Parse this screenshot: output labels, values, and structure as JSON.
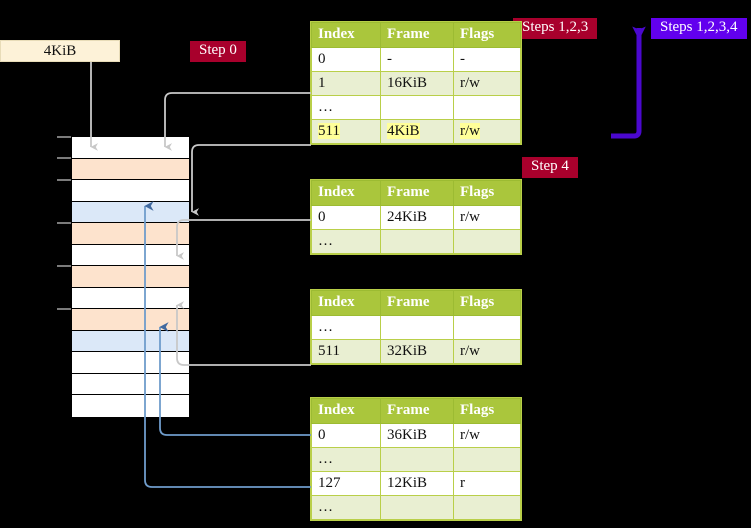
{
  "source_box": {
    "label": "4KiB"
  },
  "labels": {
    "step0": "Step 0",
    "step4": "Step 4",
    "steps123": "Steps 1,2,3",
    "steps1234": "Steps 1,2,3,4"
  },
  "colors": {
    "badge_red": "#a8002c",
    "badge_blue": "#6200ee",
    "table_header": "#aac63c",
    "table_alt_row": "#e9efd2",
    "highlight": "#ffff99",
    "mem_peach": "#fde3cd",
    "mem_blue": "#dbe8f8",
    "source_box": "#fdf2d8",
    "gray_arrow": "#b0b0b0",
    "blue_arrow": "#5b86bd"
  },
  "table_headers": [
    "Index",
    "Frame",
    "Flags"
  ],
  "tables": [
    {
      "name": "page-table-level-1",
      "rows": [
        {
          "index": "0",
          "frame": "-",
          "flags": "-",
          "style": "plain"
        },
        {
          "index": "1",
          "frame": "16KiB",
          "flags": "r/w",
          "style": "alt"
        },
        {
          "index": "…",
          "frame": "",
          "flags": "",
          "style": "plain"
        },
        {
          "index": "511",
          "frame": "4KiB",
          "flags": "r/w",
          "style": "highlight"
        }
      ]
    },
    {
      "name": "page-table-level-2",
      "rows": [
        {
          "index": "0",
          "frame": "24KiB",
          "flags": "r/w",
          "style": "plain"
        },
        {
          "index": "…",
          "frame": "",
          "flags": "",
          "style": "alt"
        }
      ]
    },
    {
      "name": "page-table-level-3",
      "rows": [
        {
          "index": "…",
          "frame": "",
          "flags": "",
          "style": "plain"
        },
        {
          "index": "511",
          "frame": "32KiB",
          "flags": "r/w",
          "style": "alt"
        }
      ]
    },
    {
      "name": "page-table-level-4",
      "rows": [
        {
          "index": "0",
          "frame": "36KiB",
          "flags": "r/w",
          "style": "plain"
        },
        {
          "index": "…",
          "frame": "",
          "flags": "",
          "style": "alt"
        },
        {
          "index": "127",
          "frame": "12KiB",
          "flags": "r",
          "style": "plain"
        },
        {
          "index": "…",
          "frame": "",
          "flags": "",
          "style": "alt"
        }
      ]
    }
  ],
  "memory_rows": [
    {
      "fill": "white"
    },
    {
      "fill": "peach"
    },
    {
      "fill": "white"
    },
    {
      "fill": "blue"
    },
    {
      "fill": "peach"
    },
    {
      "fill": "white"
    },
    {
      "fill": "peach"
    },
    {
      "fill": "white"
    },
    {
      "fill": "peach"
    },
    {
      "fill": "blue"
    },
    {
      "fill": "white"
    },
    {
      "fill": "white"
    },
    {
      "fill": "white"
    }
  ]
}
